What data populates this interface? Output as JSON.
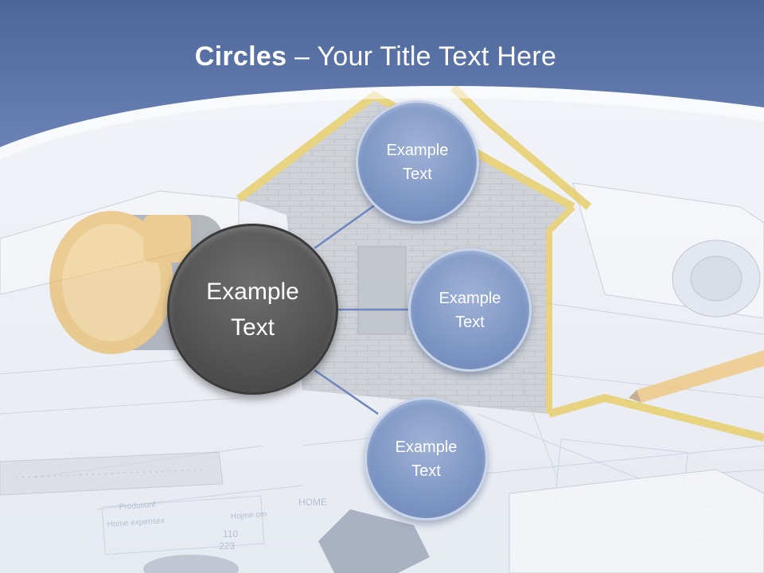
{
  "title": {
    "bold": "Circles",
    "rest": " – Your Title Text Here"
  },
  "diagram": {
    "center": {
      "label": "Example Text"
    },
    "nodes": [
      {
        "label": "Example Text"
      },
      {
        "label": "Example Text"
      },
      {
        "label": "Example Text"
      }
    ]
  },
  "colors": {
    "header_blue": "#5b74a8",
    "center_circle": "#555555",
    "node_circle": "#8098c6",
    "connector": "#6d86bd"
  }
}
